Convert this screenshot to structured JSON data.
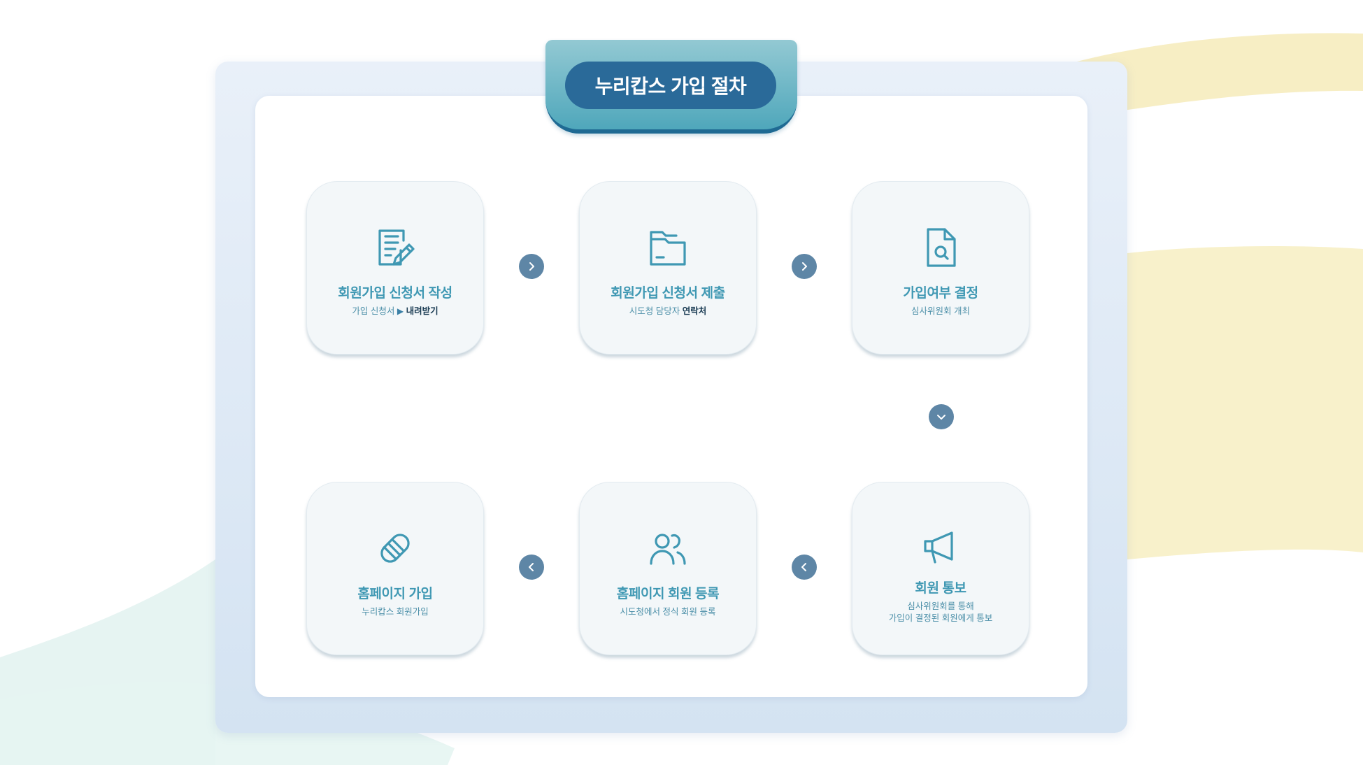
{
  "title": "누리캅스 가입 절차",
  "colors": {
    "accent": "#3f98b3",
    "title_pill": "#2a6a99",
    "nav_button": "#5e86a6",
    "card_bg": "#f3f7f9",
    "dark_text": "#183a52"
  },
  "steps": [
    {
      "icon": "document-pen-icon",
      "title": "회원가입 신청서 작성",
      "sub": {
        "text": "가입 신청서",
        "arrow": "▶",
        "link": "내려받기"
      }
    },
    {
      "icon": "folder-icon",
      "title": "회원가입 신청서 제출",
      "sub": {
        "text": "시도청 담당자",
        "link": "연락처"
      }
    },
    {
      "icon": "document-search-icon",
      "title": "가입여부 결정",
      "sub": {
        "text": "심사위원회 개최"
      }
    },
    {
      "icon": "megaphone-icon",
      "title": "회원 통보",
      "sub": {
        "line1": "심사위원회를 통해",
        "line2": "가입이 결정된 회원에게 통보"
      }
    },
    {
      "icon": "users-icon",
      "title": "홈페이지 회원 등록",
      "sub": {
        "text": "시도청에서 정식 회원 등록"
      }
    },
    {
      "icon": "handshake-icon",
      "title": "홈페이지 가입",
      "sub": {
        "text": "누리캅스 회원가입"
      }
    }
  ],
  "nav_arrows": [
    {
      "icon": "chevron-right-icon"
    },
    {
      "icon": "chevron-right-icon"
    },
    {
      "icon": "chevron-down-icon"
    },
    {
      "icon": "chevron-left-icon"
    },
    {
      "icon": "chevron-left-icon"
    }
  ]
}
